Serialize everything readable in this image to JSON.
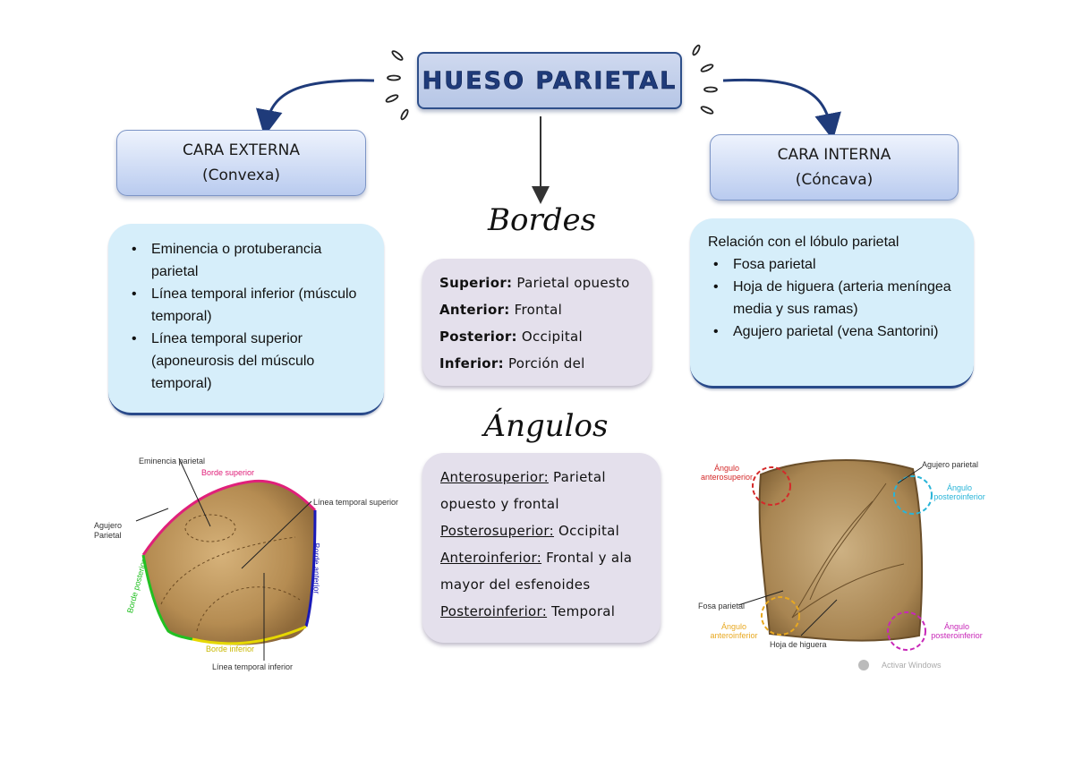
{
  "title": "HUESO PARIETAL",
  "external": {
    "heading": "CARA EXTERNA",
    "subheading": "(Convexa)",
    "items": [
      "Eminencia o protuberancia parietal",
      "Línea temporal inferior (músculo temporal)",
      "Línea temporal superior (aponeurosis del músculo temporal)"
    ]
  },
  "internal": {
    "heading": "CARA INTERNA",
    "subheading": "(Cóncava)",
    "intro": "Relación con el lóbulo parietal",
    "items": [
      "Fosa parietal",
      "Hoja de higuera (arteria meníngea media y sus ramas)",
      "Agujero parietal (vena Santorini)"
    ]
  },
  "borders": {
    "heading": "Bordes",
    "rows": [
      {
        "label": "Superior:",
        "value": "Parietal opuesto"
      },
      {
        "label": "Anterior:",
        "value": "Frontal"
      },
      {
        "label": "Posterior:",
        "value": "Occipital"
      },
      {
        "label": "Inferior:",
        "value": "Porción del"
      }
    ]
  },
  "angles": {
    "heading": "Ángulos",
    "rows": [
      {
        "label": "Anterosuperior:",
        "value": "Parietal opuesto y frontal"
      },
      {
        "label": "Posterosuperior:",
        "value": "Occipital"
      },
      {
        "label": "Anteroinferior:",
        "value": "Frontal y ala mayor del esfenoides"
      },
      {
        "label": "Posteroinferior:",
        "value": "Temporal"
      }
    ]
  },
  "left_figure": {
    "labels": {
      "eminencia": "Eminencia parietal",
      "borde_superior": "Borde superior",
      "linea_sup": "Línea temporal superior",
      "agujero": "Agujero Parietal",
      "borde_anterior": "Borde anterior",
      "borde_posterior": "Borde posterior",
      "borde_inferior": "Borde inferior",
      "linea_inf": "Línea temporal inferior"
    },
    "colors": {
      "superior": "#e0207a",
      "anterior": "#1a1ab8",
      "posterior": "#22c022",
      "inferior": "#e6d800"
    }
  },
  "right_figure": {
    "labels": {
      "ang_antsup": "Ángulo anterosuperior",
      "agujero": "Agujero parietal",
      "ang_postinf_top": "Ángulo posteroinferior",
      "fosa": "Fosa parietal",
      "ang_antinf": "Ángulo anteroinferior",
      "hoja": "Hoja de higuera",
      "ang_postinf_bottom": "Ángulo posteroinferior",
      "watermark": "Activar Windows"
    },
    "colors": {
      "red": "#d42a2a",
      "cyan": "#28b4d8",
      "yellow": "#e8a820",
      "magenta": "#c828b8"
    }
  }
}
